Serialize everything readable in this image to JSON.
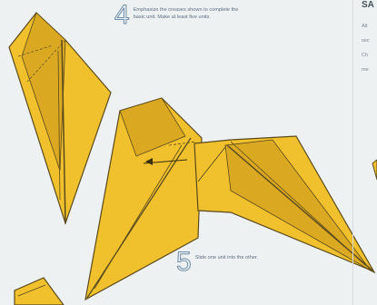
{
  "steps": [
    {
      "number": "4",
      "text": "Emphasize the creases shown to complete the basic unit. Make at least five units."
    },
    {
      "number": "5",
      "text": "Slide one unit into the other."
    }
  ],
  "right_column": {
    "heading": "SA",
    "lines": [
      "Alt",
      "sec",
      "Ch",
      "me"
    ]
  },
  "colors": {
    "paper_fill": "#f0c12d",
    "paper_shade": "#dba822",
    "crease_line": "#6b5a26",
    "step_number": "#6e8da8",
    "background": "#eef1f2"
  }
}
